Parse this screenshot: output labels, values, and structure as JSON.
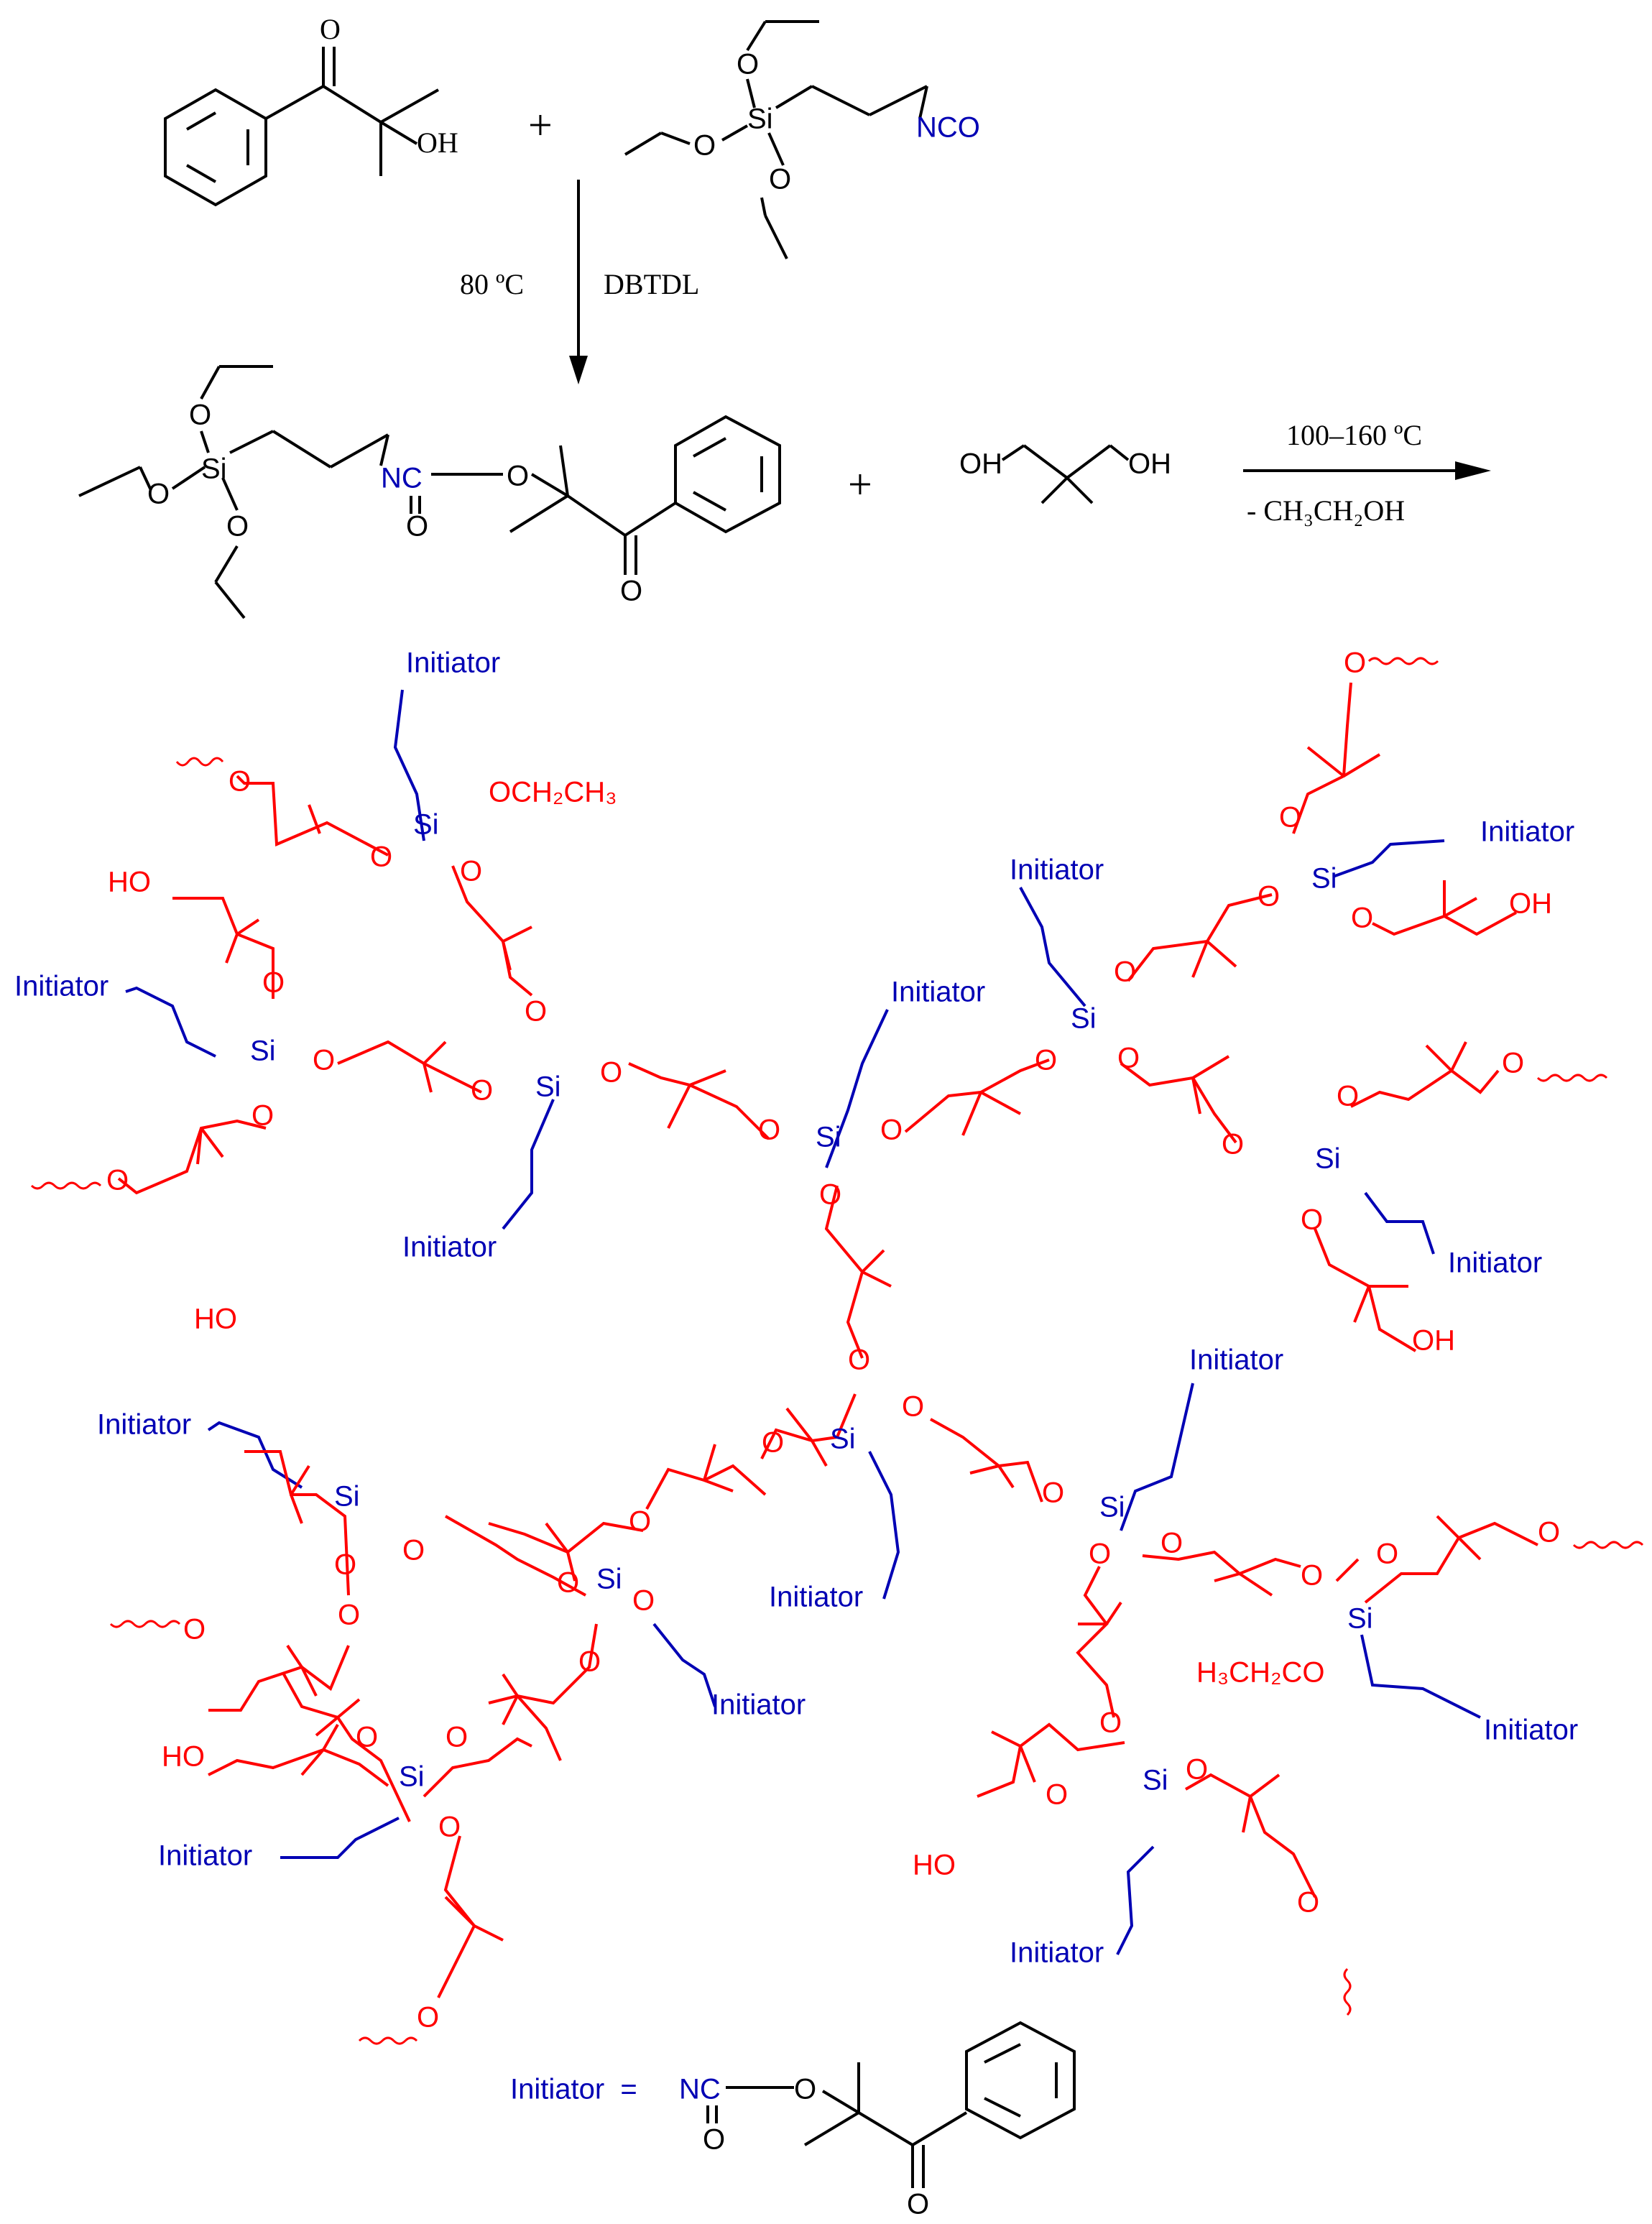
{
  "colors": {
    "black": "#000000",
    "red": "#ff0000",
    "blue": "#0000b4"
  },
  "reactants": {
    "ketone_oh": "OH",
    "plus": "+",
    "isocyanate_group": "NCO",
    "carbonyl_o": "O"
  },
  "step1": {
    "temperature": "80 ºC",
    "catalyst": "DBTDL"
  },
  "intermediate": {
    "nc": "NC",
    "o": "O"
  },
  "diol": {
    "left_oh": "OH",
    "right_oh": "OH"
  },
  "step2": {
    "temperature": "100–160 ºC",
    "byproduct": "- CH₃CH₂OH"
  },
  "polymer": {
    "si": "Si",
    "o": "O",
    "initiator": "Initiator",
    "oh": "OH",
    "ho": "HO",
    "ethoxy_right": "OCH₂CH₃",
    "ethoxy_left": "H₃CH₂CO"
  },
  "legend": {
    "lhs": "Initiator  =",
    "nc": "NC",
    "o": "O"
  }
}
